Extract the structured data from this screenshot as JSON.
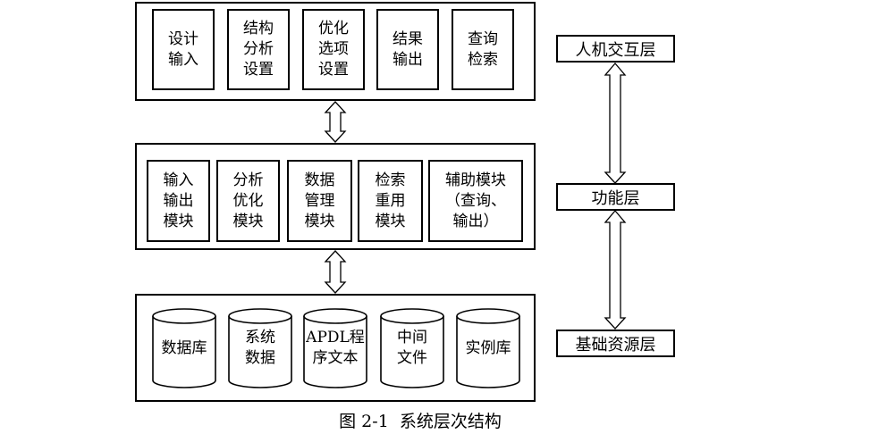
{
  "interaction_layer": {
    "boxes": [
      "设计\n输入",
      "结构\n分析\n设置",
      "优化\n选项\n设置",
      "结果\n输出",
      "查询\n检索"
    ],
    "label": "人机交互层"
  },
  "function_layer": {
    "boxes": [
      "输入\n输出\n模块",
      "分析\n优化\n模块",
      "数据\n管理\n模块",
      "检索\n重用\n模块",
      "辅助模块\n（查询、\n输出）"
    ],
    "label": "功能层"
  },
  "resource_layer": {
    "cylinders": [
      "数据库",
      "系统\n数据",
      "APDL程\n序文本",
      "中间\n文件",
      "实例库"
    ],
    "label": "基础资源层"
  },
  "caption": "图 2-1  系统层次结构"
}
